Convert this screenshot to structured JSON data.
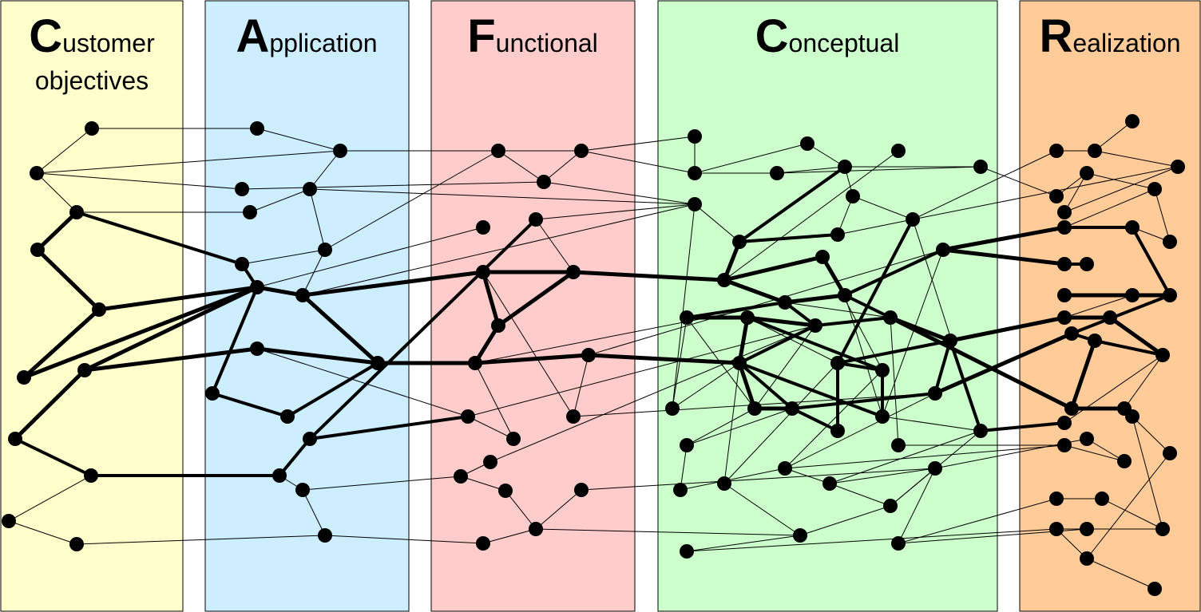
{
  "columns": [
    {
      "id": "customer",
      "initial": "C",
      "rest": "ustomer",
      "line2": "objectives",
      "color": "#ffffcc"
    },
    {
      "id": "application",
      "initial": "A",
      "rest": "pplication",
      "line2": "",
      "color": "#cceeff"
    },
    {
      "id": "functional",
      "initial": "F",
      "rest": "unctional",
      "line2": "",
      "color": "#ffcccc"
    },
    {
      "id": "conceptual",
      "initial": "C",
      "rest": "onceptual",
      "line2": "",
      "color": "#ccffcc"
    },
    {
      "id": "realization",
      "initial": "R",
      "rest": "ealization",
      "line2": "",
      "color": "#ffcc99"
    }
  ]
}
